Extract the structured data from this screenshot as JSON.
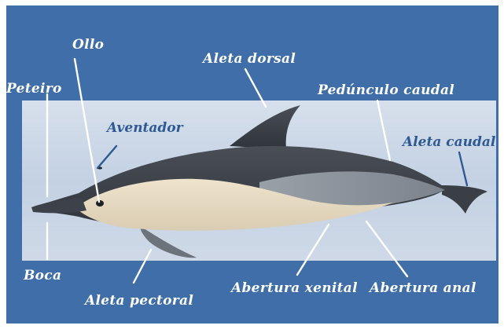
{
  "labels": {
    "ollo": "Ollo",
    "aleta_dorsal": "Aleta dorsal",
    "peteiro": "Peteiro",
    "pedunculo_caudal": "Pedúnculo caudal",
    "aventador": "Aventador",
    "aleta_caudal": "Aleta caudal",
    "boca": "Boca",
    "aleta_pectoral": "Aleta pectoral",
    "abertura_xenital": "Abertura xenital",
    "abertura_anal": "Abertura anal"
  },
  "colors": {
    "frame_blue": "#3f6ea8",
    "inner_sky": "#c9d6e6",
    "label_white": "#ffffff",
    "label_blue": "#2e5a93"
  }
}
